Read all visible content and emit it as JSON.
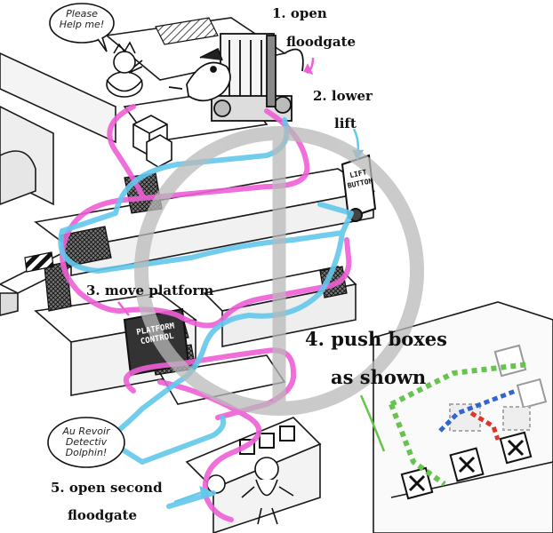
{
  "steps": {
    "s1_line1": "1. open",
    "s1_line2": "floodgate",
    "s2_line1": "2. lower",
    "s2_line2": "lift",
    "s3": "3. move platform",
    "s4_line1": "4. push boxes",
    "s4_line2": "as shown",
    "s5_line1": "5. open second",
    "s5_line2": "floodgate"
  },
  "speech": {
    "please_l1": "Please",
    "please_l2": "Help me!",
    "aurevoir_l1": "Au Revoir",
    "aurevoir_l2": "Detectiv",
    "aurevoir_l3": "Dolphin!"
  },
  "signs": {
    "lift_l1": "LIFT",
    "lift_l2": "BUTTON",
    "platform_l1": "PLATFORM",
    "platform_l2": "CONTROL"
  },
  "colors": {
    "path_pink": "#ee5fd6",
    "path_cyan": "#63c8ec",
    "arrow_green": "#66c44e",
    "path_blue": "#3366cc",
    "path_red": "#e0332a",
    "watermark": "#b9b9b9",
    "ink": "#1a1a1a"
  }
}
